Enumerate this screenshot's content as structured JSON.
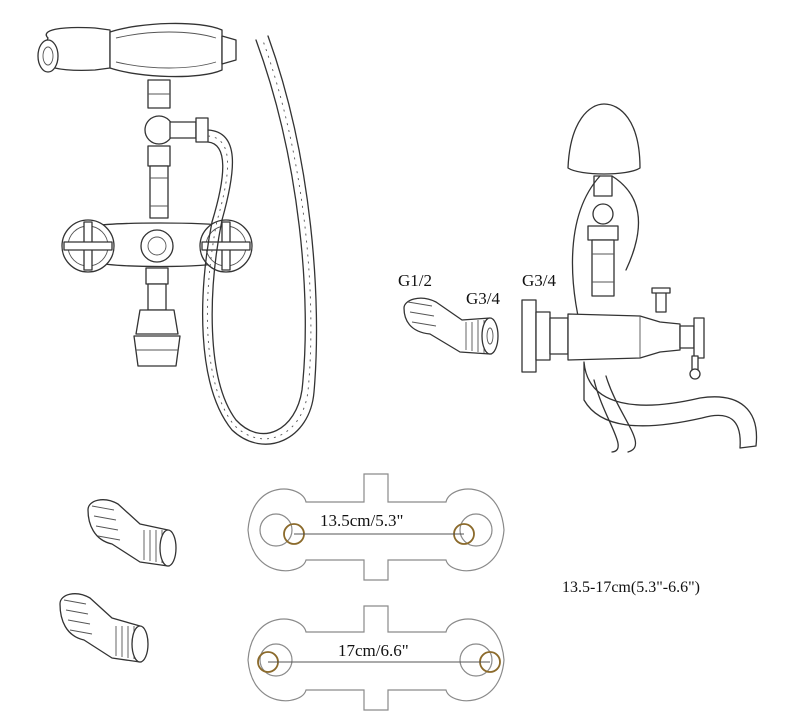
{
  "labels": {
    "g12": "G1/2",
    "g34_adapter": "G3/4",
    "g34_fixture": "G3/4",
    "width_small": "13.5cm/5.3\"",
    "width_large": "17cm/6.6\"",
    "range": "13.5-17cm(5.3\"-6.6\")"
  },
  "colors": {
    "line": "#333333",
    "plate_gray": "#8a8a8a",
    "seal_bronze": "#8b6a2b"
  }
}
